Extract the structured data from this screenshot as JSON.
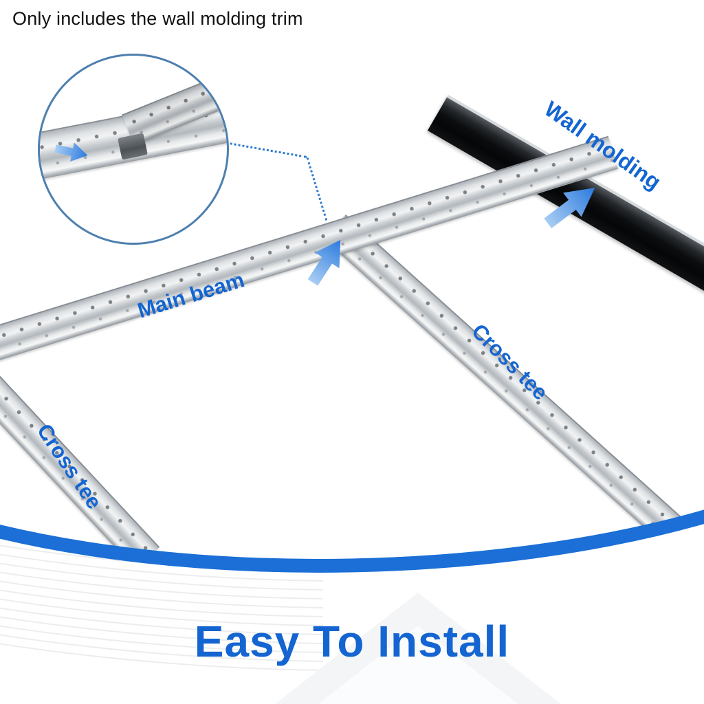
{
  "note": {
    "text": "Only includes the wall molding trim"
  },
  "labels": {
    "wall_molding": "Wall molding",
    "main_beam": "Main beam",
    "cross_tee_right": "Cross tee",
    "cross_tee_left": "Cross tee"
  },
  "footer": {
    "title": "Easy To Install"
  },
  "colors": {
    "label_blue": "#1465d1",
    "band_blue": "#1b6fd6",
    "arrow_blue": "#2b7ade",
    "molding_black": "#0b0d0f",
    "beam_silver": "#d9dcdf",
    "note_black": "#111111",
    "inset_ring_blue": "#4d7fae"
  },
  "icons": {
    "arrow_main_beam": "arrow-up-right-icon",
    "arrow_wall_molding": "arrow-up-right-icon",
    "arrow_inset": "arrow-right-icon",
    "inset": "zoom-circle-inset"
  }
}
